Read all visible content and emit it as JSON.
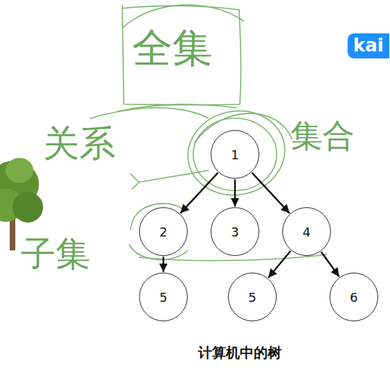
{
  "diagram": {
    "caption": "计算机中的树",
    "nodes": [
      {
        "text": [
          "1"
        ]
      },
      {
        "text": [
          "2"
        ]
      },
      {
        "text": [
          "3"
        ]
      },
      {
        "text": [
          "4"
        ]
      },
      {
        "text": [
          "5"
        ]
      },
      {
        "text": [
          "5"
        ]
      },
      {
        "text": [
          "6"
        ]
      }
    ],
    "edges": [
      {
        "from": 0,
        "to": 1,
        "arrow": "to"
      },
      {
        "from": 0,
        "to": 2,
        "arrow": "to"
      },
      {
        "from": 0,
        "to": 3,
        "arrow": "to"
      },
      {
        "from": 1,
        "to": 4,
        "arrow": "to"
      },
      {
        "from": 3,
        "to": 5,
        "arrow": "to"
      },
      {
        "from": 3,
        "to": 6,
        "arrow": "to"
      }
    ],
    "labels": [
      "全集",
      "关系",
      "集合",
      "子集",
      "kai"
    ]
  }
}
